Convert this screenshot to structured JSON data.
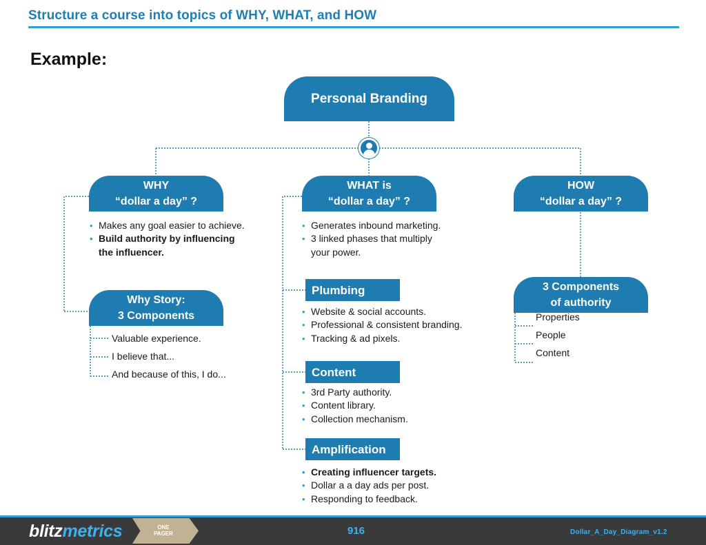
{
  "header": {
    "title": "Structure a course into topics of WHY, WHAT, and HOW"
  },
  "example_label": "Example:",
  "colors": {
    "accent": "#2f9fd8",
    "box": "#1e7cb1",
    "footer": "#3a3a3a",
    "logo_metrics": "#3fb0ec",
    "tag": "#c2b294"
  },
  "diagram": {
    "root": {
      "label": "Personal Branding",
      "icon": "person-icon"
    },
    "why": {
      "line1": "WHY",
      "line2": "“dollar a day” ?",
      "bullets": [
        {
          "text": "Makes any goal easier to achieve.",
          "bold": false
        },
        {
          "text": "Build authority by influencing the influencer.",
          "bold": true
        }
      ],
      "story": {
        "line1": "Why Story:",
        "line2": "3 Components",
        "items": [
          "Valuable experience.",
          "I believe that...",
          "And because of this, I do..."
        ]
      }
    },
    "what": {
      "line1": "WHAT is",
      "line2": "“dollar a day” ?",
      "bullets": [
        {
          "text": "Generates inbound marketing.",
          "bold": false
        },
        {
          "text": "3 linked phases that multiply your power.",
          "bold": false
        }
      ],
      "plumbing": {
        "label": "Plumbing",
        "bullets": [
          "Website & social accounts.",
          "Professional & consistent branding.",
          "Tracking & ad pixels."
        ]
      },
      "content": {
        "label": "Content",
        "bullets": [
          "3rd Party authority.",
          "Content library.",
          "Collection mechanism."
        ]
      },
      "amplification": {
        "label": "Amplification",
        "bullets": [
          {
            "text": "Creating influencer targets.",
            "bold": true
          },
          {
            "text": "Dollar a a day ads per post.",
            "bold": false
          },
          {
            "text": "Responding to feedback.",
            "bold": false
          }
        ]
      }
    },
    "how": {
      "line1": "HOW",
      "line2": "“dollar a day” ?",
      "components": {
        "line1": "3 Components",
        "line2": "of authority",
        "items": [
          "Properties",
          "People",
          "Content"
        ]
      }
    }
  },
  "footer": {
    "logo_part1": "blitz",
    "logo_part2": "metrics",
    "tag_line1": "ONE",
    "tag_line2": "PAGER",
    "page_number": "916",
    "doc_id": "Dollar_A_Day_Diagram_v1.2"
  }
}
